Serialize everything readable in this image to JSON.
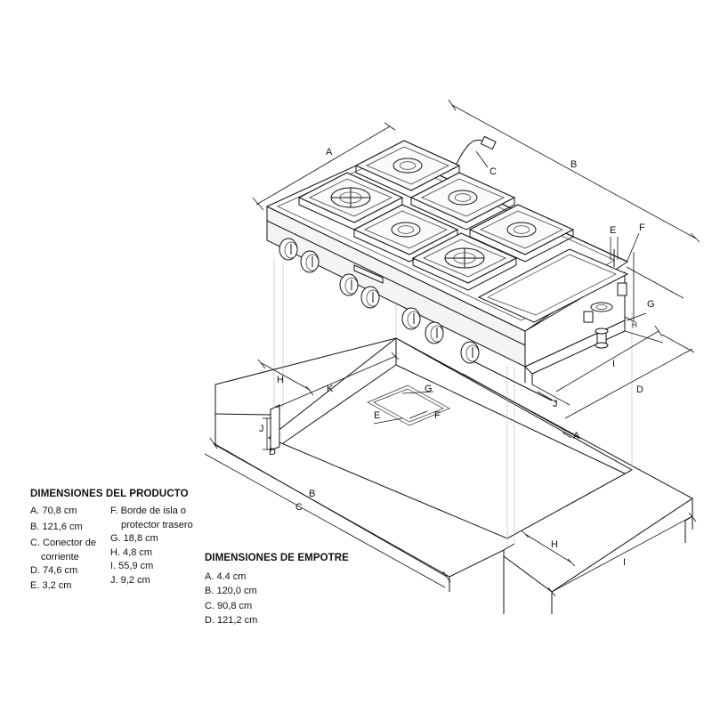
{
  "diagram": {
    "labels": {
      "A": "A",
      "B": "B",
      "C": "C",
      "D": "D",
      "E": "E",
      "F": "F",
      "G": "G",
      "H": "H",
      "I": "I",
      "J": "J",
      "K": "K"
    }
  },
  "product_dimensions": {
    "title": "DIMENSIONES DEL PRODUCTO",
    "left_column": [
      "A. 70,8 cm",
      "B. 121,6 cm",
      "C. Conector de",
      "corriente",
      "D. 74,6 cm",
      "E. 3,2 cm"
    ],
    "right_column": [
      "F. Borde de isla o",
      "protector trasero",
      "G. 18,8 cm",
      "H. 4,8 cm",
      "I. 55,9 cm",
      "J. 9,2 cm"
    ]
  },
  "cutout_dimensions": {
    "title": "DIMENSIONES DE EMPOTRE",
    "items": [
      "A. 4.4 cm",
      "B.  120,0 cm",
      "C. 90,8 cm",
      "D. 121,2 cm"
    ]
  }
}
